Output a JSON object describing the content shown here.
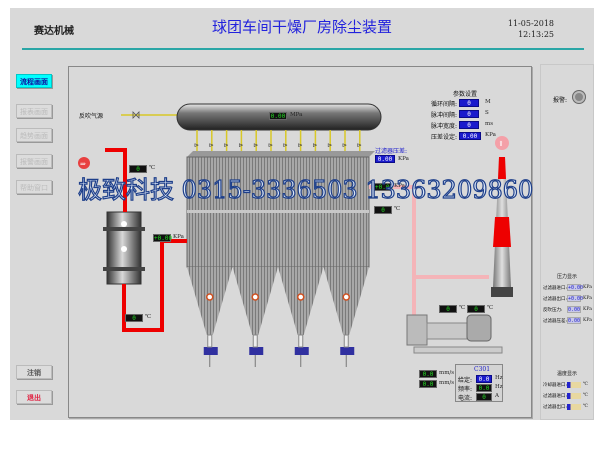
{
  "header": {
    "brand": "赛达机械",
    "title": "球团车间干燥厂房除尘装置",
    "date": "11-05-2018",
    "time": "12:13:25"
  },
  "nav": {
    "items": [
      {
        "label": "流程画面",
        "active": true
      },
      {
        "label": "报表画面",
        "active": false
      },
      {
        "label": "趋势画面",
        "active": false
      },
      {
        "label": "报警画面",
        "active": false
      },
      {
        "label": "帮助窗口",
        "active": false
      }
    ],
    "logout": "注销",
    "exit": "退出"
  },
  "process": {
    "air_source_label": "反吹气源",
    "header_pressure": {
      "value": "0.00",
      "unit": "MPa"
    },
    "filter_pressure_label": "过滤器压差:",
    "filter_pressure": {
      "value": "0.00",
      "unit": "KPa"
    },
    "inlet_temp": {
      "value": "0",
      "unit": "℃"
    },
    "inlet_pressure": {
      "value": "+0.00",
      "unit": "KPa"
    },
    "cooler_outlet_temp": {
      "value": "0",
      "unit": "℃"
    },
    "outlet_pressure": {
      "value": "+0.00",
      "unit": "KPa"
    },
    "outlet_temp": {
      "value": "0",
      "unit": "℃"
    },
    "fan_temp_1": {
      "value": "0",
      "unit": "℃"
    },
    "fan_temp_2": {
      "value": "0",
      "unit": "℃"
    },
    "flow_1": {
      "value": "0.0",
      "unit": "mm/s"
    },
    "flow_2": {
      "value": "0.0",
      "unit": "mm/s"
    }
  },
  "params": {
    "title": "参数设置",
    "rows": [
      {
        "label": "循环间隔:",
        "value": "0",
        "unit": "M"
      },
      {
        "label": "脉冲间隔:",
        "value": "0",
        "unit": "S"
      },
      {
        "label": "脉冲宽度:",
        "value": "0",
        "unit": "ms"
      },
      {
        "label": "压差设定:",
        "value": "0.00",
        "unit": "KPa"
      }
    ]
  },
  "fan_panel": {
    "title": "C301",
    "rows": [
      {
        "label": "给定:",
        "value": "0.0",
        "unit": "Hz",
        "style": "blue"
      },
      {
        "label": "频率:",
        "value": "0.0",
        "unit": "Hz",
        "style": "digital"
      },
      {
        "label": "电流:",
        "value": "0",
        "unit": "A",
        "style": "digital"
      }
    ]
  },
  "right_panel": {
    "alarm_label": "报警:",
    "pressure_title": "压力显示",
    "pressure_rows": [
      {
        "label": "过滤器进口:",
        "value": "+0.00",
        "unit": "KPa"
      },
      {
        "label": "过滤器出口:",
        "value": "+0.00",
        "unit": "KPa"
      },
      {
        "label": "反吹压力:",
        "value": "0.00",
        "unit": "KPa"
      },
      {
        "label": "过滤器压差:",
        "value": "0.00",
        "unit": "KPa"
      }
    ],
    "temp_title": "温度显示",
    "temp_rows": [
      {
        "label": "冷却器进口:",
        "unit": "℃"
      },
      {
        "label": "过滤器进口:",
        "unit": "℃"
      },
      {
        "label": "过滤器出口:",
        "unit": "℃"
      }
    ]
  },
  "watermark": "极致科技  0315-3336503  13363209860",
  "colors": {
    "accent_teal": "#2aa6a6",
    "active_nav": "#00ffff",
    "title_blue": "#2222dd",
    "hot_pipe": "#ee0000",
    "clean_pipe": "#f4b4b8",
    "air_line": "#d8c828",
    "digital_green": "#22dd22"
  }
}
